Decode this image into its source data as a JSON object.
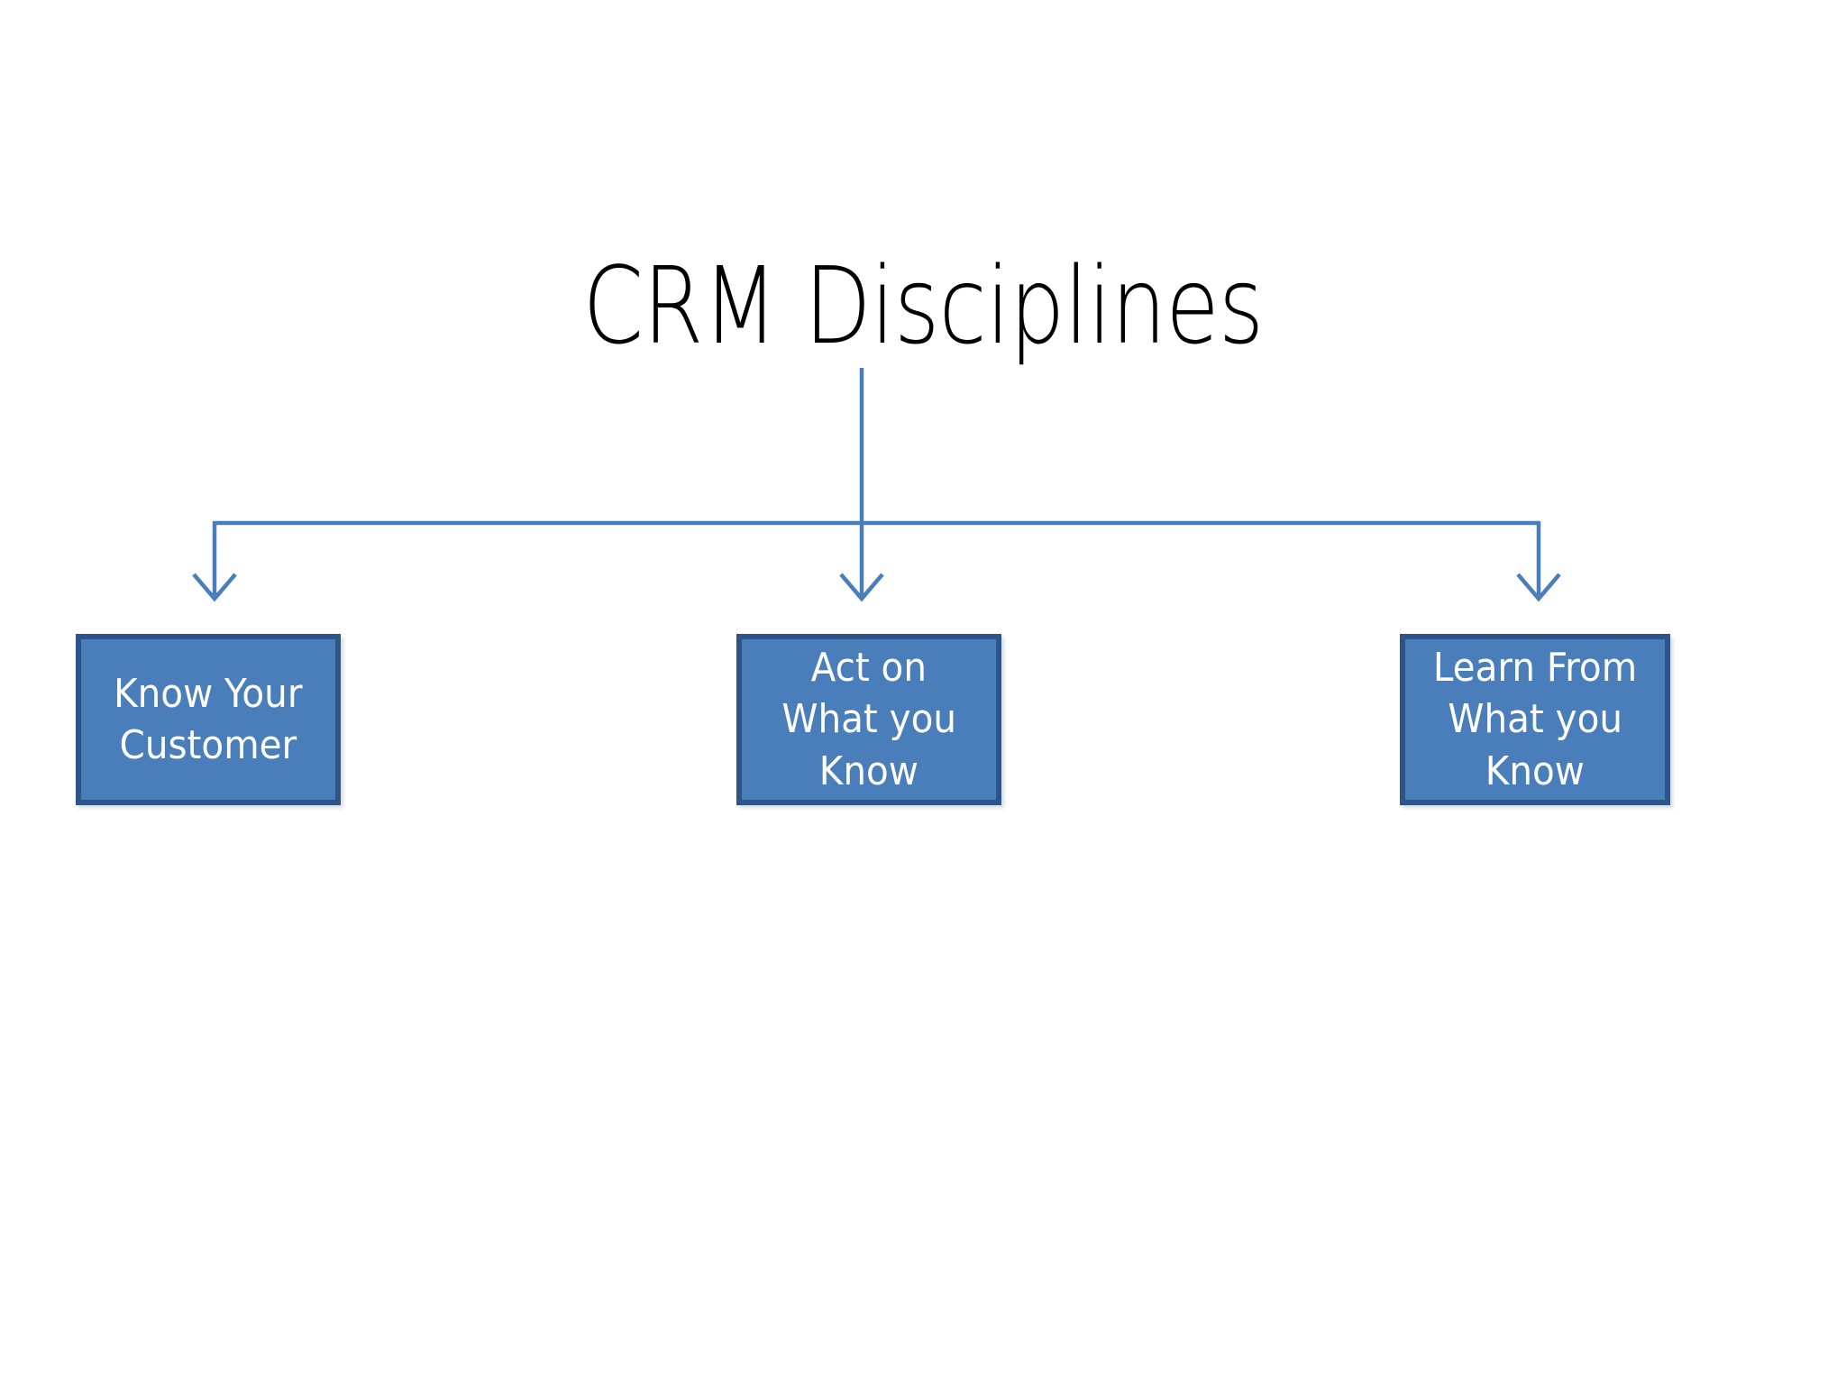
{
  "slide": {
    "background_color": "#ffffff",
    "title": "CRM Disciplines"
  },
  "diagram": {
    "type": "org-chart",
    "accent_color": "#4a7ebb",
    "border_color": "#2e5589",
    "text_color": "#ffffff",
    "connector_color": "#4a7ebb",
    "root_label": "CRM Disciplines",
    "nodes": [
      {
        "id": "know-your-customer",
        "lines": [
          "Know Your",
          "Customer"
        ],
        "full_label": "Know Your Customer"
      },
      {
        "id": "act-on-what-you-know",
        "lines": [
          "Act on",
          "What you",
          "Know"
        ],
        "full_label": "Act on What you Know"
      },
      {
        "id": "learn-from-what-you-know",
        "lines": [
          "Learn From",
          "What you",
          "Know"
        ],
        "full_label": "Learn From What you Know"
      }
    ]
  }
}
